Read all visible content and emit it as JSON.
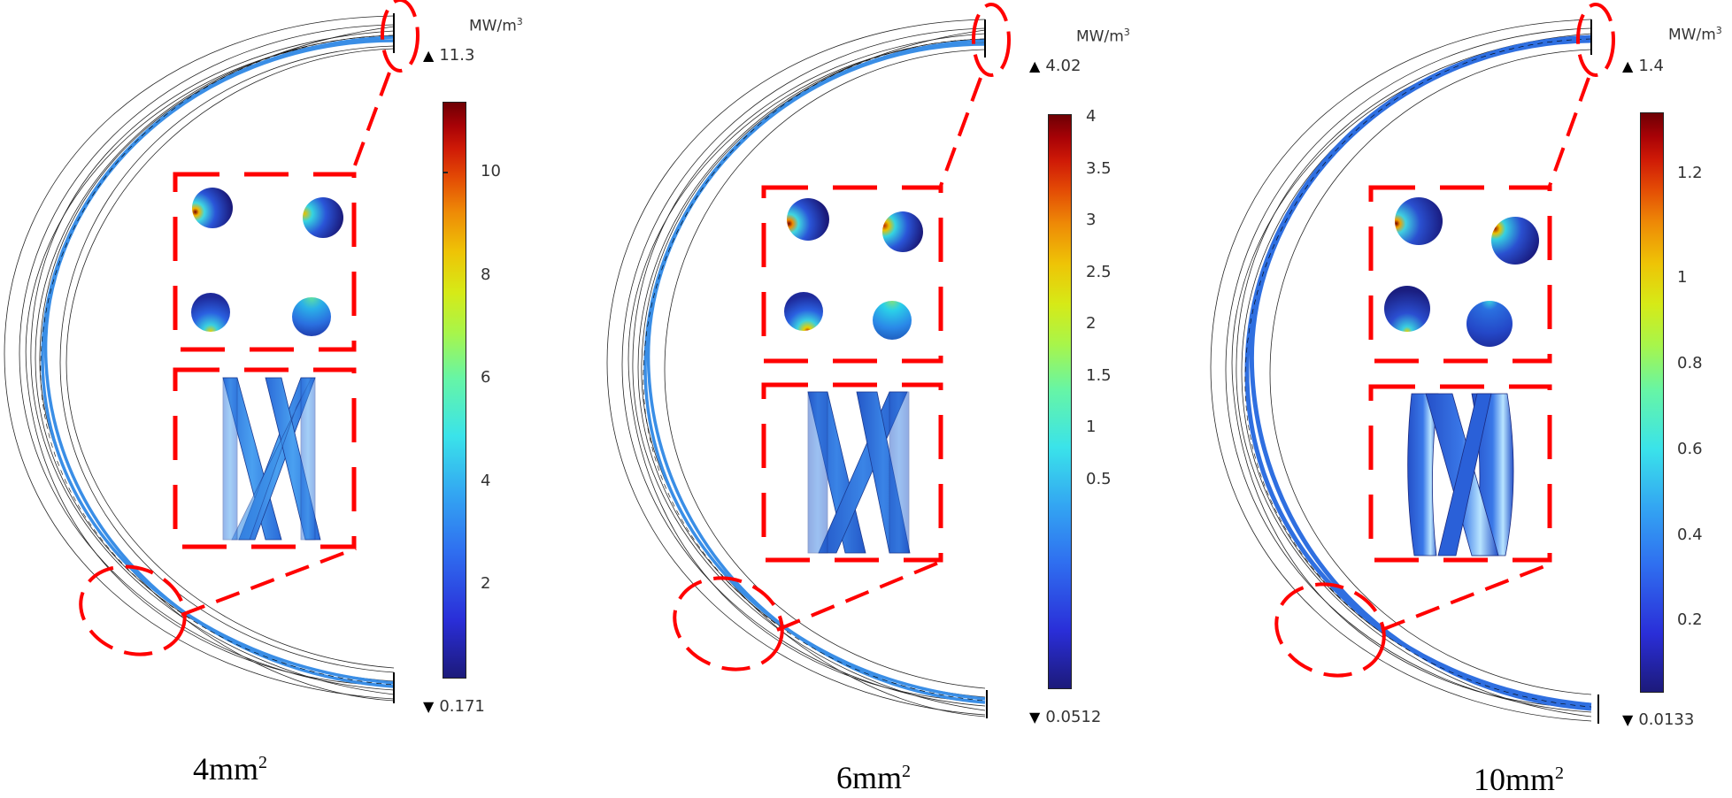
{
  "figure": {
    "panels": [
      {
        "caption": "4mm",
        "caption_sup": "2",
        "unit": "MW/m",
        "unit_sup": "3",
        "max_label": "11.3",
        "min_label": "0.171",
        "colorbar_range": [
          0.171,
          11.3
        ],
        "ticks": [
          "10",
          "8",
          "6",
          "4",
          "2"
        ],
        "tick_values": [
          10,
          8,
          6,
          4,
          2
        ]
      },
      {
        "caption": "6mm",
        "caption_sup": "2",
        "unit": "MW/m",
        "unit_sup": "3",
        "max_label": "4.02",
        "min_label": "0.0512",
        "colorbar_range": [
          0.0512,
          4.02
        ],
        "ticks": [
          "4",
          "3.5",
          "3",
          "2.5",
          "2",
          "1.5",
          "1",
          "0.5"
        ],
        "tick_values": [
          4,
          3.5,
          3,
          2.5,
          2,
          1.5,
          1,
          0.5
        ]
      },
      {
        "caption": "10mm",
        "caption_sup": "2",
        "unit": "MW/m",
        "unit_sup": "3",
        "max_label": "1.4",
        "min_label": "0.0133",
        "colorbar_range": [
          0.0133,
          1.4
        ],
        "ticks": [
          "1.2",
          "1",
          "0.8",
          "0.6",
          "0.4",
          "0.2"
        ],
        "tick_values": [
          1.2,
          1.0,
          0.8,
          0.6,
          0.4,
          0.2
        ]
      }
    ],
    "icons": {
      "max_marker": "▲",
      "min_marker": "▼"
    },
    "colors": {
      "highlight": "#ff0000",
      "conductor": "#3a8ee6",
      "wire_outline": "#000000"
    }
  }
}
